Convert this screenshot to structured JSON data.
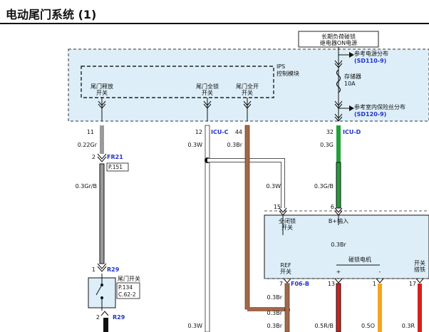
{
  "title": "电动尾门系统 (1)",
  "diagram": {
    "relay_box": [
      "长期负荷碰锁",
      "继电器ON电源"
    ],
    "ips_label": [
      "IPS",
      "控制模块"
    ],
    "switches": {
      "release": [
        "尾门释放",
        "开关"
      ],
      "full_lock": [
        "尾门全锁",
        "开关"
      ],
      "full_open": [
        "尾门全开",
        "开关"
      ]
    },
    "ref_power": [
      "参考电源分布",
      "(SD110-9)"
    ],
    "storage": [
      "存储器",
      "10A"
    ],
    "ref_fuse": [
      "参考室内保险丝分布",
      "(SD120-9)"
    ],
    "pins": {
      "p11": "11",
      "p12": "12",
      "p44": "44",
      "p32": "32",
      "p2a": "2",
      "p15": "15",
      "p6": "6",
      "p1": "1",
      "p7": "7",
      "p13": "13",
      "p1b": "1",
      "p17": "17",
      "p2b": "2"
    },
    "connectors": {
      "icu_c": "ICU-C",
      "icu_d": "ICU-D",
      "fr21": "FR21",
      "r29a": "R29",
      "f06b": "F06-B",
      "r29b": "R29"
    },
    "refs": {
      "p151": "P.151",
      "p134": "P.134",
      "c622": "C.62-2"
    },
    "wires": {
      "w022gr": "0.22Gr",
      "w03w_a": "0.3W",
      "w03br_a": "0.3Br",
      "w03g_a": "0.3G",
      "w03grb": "0.3Gr/B",
      "w03w_b": "0.3W",
      "w03gb": "0.3G/B",
      "w03br_b": "0.3Br",
      "w03br_c": "0.3Br",
      "w03br_d": "0.3Br",
      "w03w_c": "0.3W",
      "w05rb": "0.5R/B",
      "w05o": "0.5O",
      "w03r": "0.3R"
    },
    "module": {
      "full_close": [
        "全闭锁",
        "开关"
      ],
      "b_input": "B+输入",
      "b_wire": "0.3Br",
      "motor": "碰锁电机",
      "plus": "+",
      "minus": "-",
      "ref_switch": [
        "REF",
        "开关"
      ],
      "open_switch": [
        "开关",
        "搭铁"
      ]
    },
    "door_switch": "尾门开关"
  }
}
